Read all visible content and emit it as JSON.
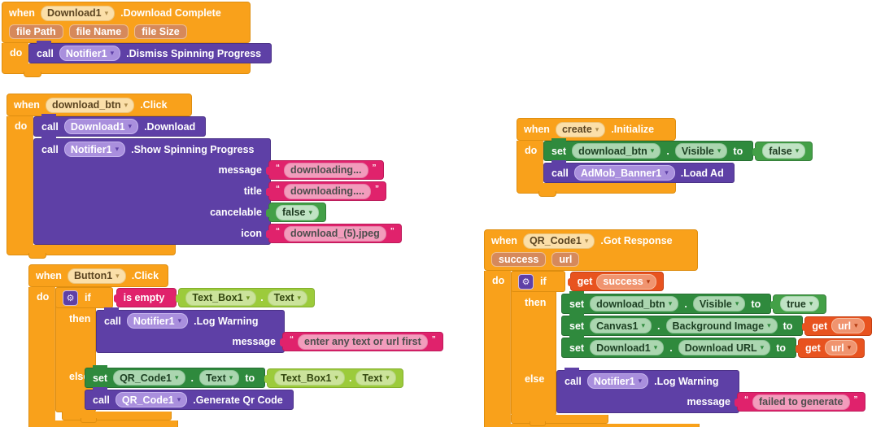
{
  "icons": {
    "dropdown": "▾",
    "gear": "⚙",
    "quote_open": "“",
    "quote_close": "”"
  },
  "colors": {
    "canvas_bg": "#FFFFFF",
    "event_orange": "#F9A11B",
    "procedure_purple": "#5E40A6",
    "text_string_pink": "#E0226C",
    "setter_green": "#2F8A3D",
    "component_getter_green": "#9CCB3B",
    "logic_green": "#43A047",
    "variable_get_orange": "#E8531F",
    "param_pill_tan": "#D6895B"
  },
  "keywords": {
    "when": "when",
    "do": "do",
    "call": "call",
    "set": "set",
    "to": "to",
    "then": "then",
    "else": "else",
    "if": "if",
    "get": "get",
    "is_empty": "is empty",
    "dot": "."
  },
  "blocks": {
    "download_complete": {
      "component": "Download1",
      "event": ".Download Complete",
      "params": [
        "file Path",
        "file Name",
        "file Size"
      ],
      "call": {
        "component": "Notifier1",
        "method": ".Dismiss Spinning Progress"
      }
    },
    "download_btn_click": {
      "component": "download_btn",
      "event": ".Click",
      "call_download": {
        "component": "Download1",
        "method": ".Download"
      },
      "call_notifier": {
        "component": "Notifier1",
        "method": ".Show Spinning Progress",
        "args": [
          {
            "label": "message",
            "value": "downloading..."
          },
          {
            "label": "title",
            "value": "downloading...."
          },
          {
            "label": "cancelable",
            "value": "false"
          },
          {
            "label": "icon",
            "value": "download_(5).jpeg"
          }
        ]
      }
    },
    "button1_click": {
      "component": "Button1",
      "event": ".Click",
      "if_condition": {
        "op": "is empty",
        "component": "Text_Box1",
        "property": "Text"
      },
      "then_call": {
        "component": "Notifier1",
        "method": ".Log Warning",
        "arg_label": "message",
        "arg_value": "enter any text or url first"
      },
      "else_set": {
        "component": "QR_Code1",
        "property": "Text",
        "value_component": "Text_Box1",
        "value_property": "Text"
      },
      "else_call": {
        "component": "QR_Code1",
        "method": ".Generate Qr Code"
      }
    },
    "screen_initialize": {
      "component": "create",
      "event": ".Initialize",
      "set": {
        "component": "download_btn",
        "property": "Visible",
        "value": "false"
      },
      "call": {
        "component": "AdMob_Banner1",
        "method": ".Load Ad"
      }
    },
    "qr_got_response": {
      "component": "QR_Code1",
      "event": ".Got Response",
      "params": [
        "success",
        "url"
      ],
      "if_get": "success",
      "then_sets": [
        {
          "component": "download_btn",
          "property": "Visible",
          "value": "true"
        },
        {
          "component": "Canvas1",
          "property": "Background Image",
          "value": "url"
        },
        {
          "component": "Download1",
          "property": "Download URL",
          "value": "url"
        }
      ],
      "else_call": {
        "component": "Notifier1",
        "method": ".Log Warning",
        "arg_label": "message",
        "arg_value": "failed to generate"
      }
    }
  }
}
